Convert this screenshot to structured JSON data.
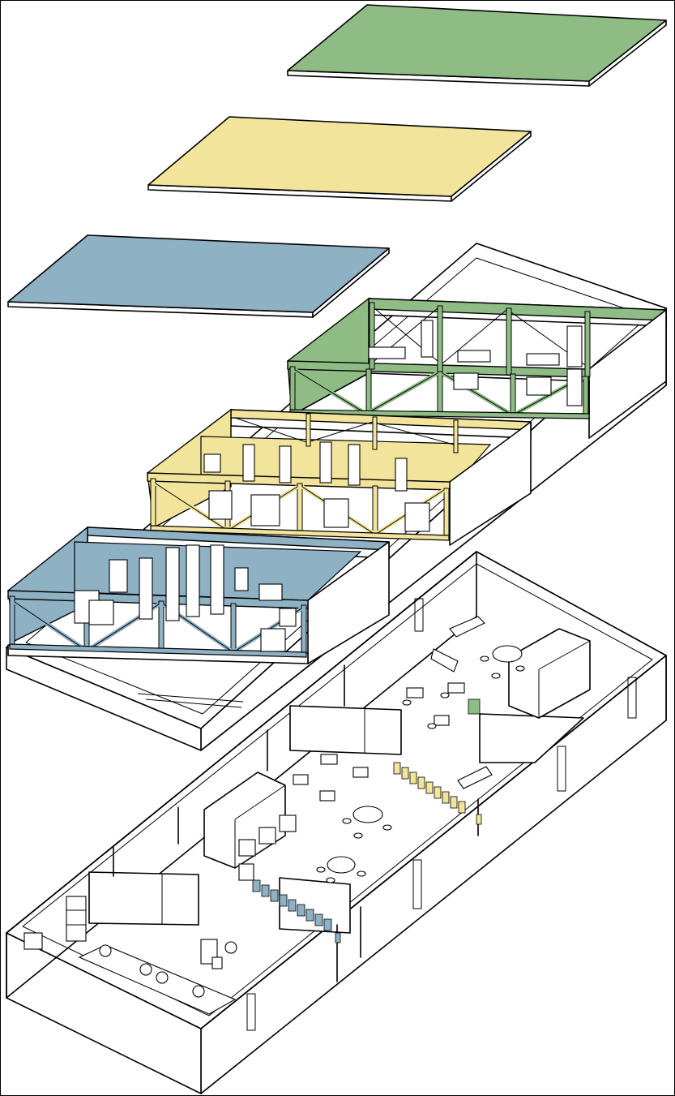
{
  "colors": {
    "green": "#8fbc85",
    "yellow": "#f2e49a",
    "blue": "#8fb1c4",
    "outline": "#000000",
    "background": "#ffffff"
  },
  "layers": [
    {
      "key": "green-roof-slab",
      "color": "green"
    },
    {
      "key": "yellow-roof-slab",
      "color": "yellow"
    },
    {
      "key": "blue-roof-slab",
      "color": "blue"
    },
    {
      "key": "green-frame-module",
      "color": "green"
    },
    {
      "key": "yellow-frame-module",
      "color": "yellow"
    },
    {
      "key": "blue-frame-module",
      "color": "blue"
    },
    {
      "key": "ground-floor-plan",
      "color": "background"
    }
  ]
}
